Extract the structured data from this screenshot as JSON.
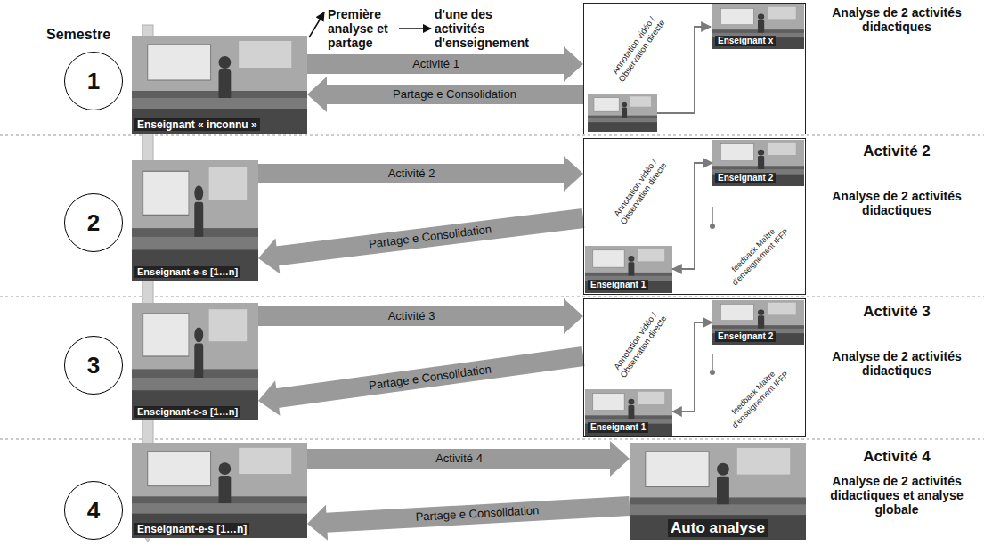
{
  "diagram": {
    "nodes": [
      {
        "text": [
          "1"
        ]
      },
      {
        "text": [
          "Enseignant « inconnu »"
        ]
      },
      {
        "text": [
          "Annotation vidéo / Observation directe"
        ]
      },
      {
        "text": [
          "Enseignant x"
        ],
        "in": 2
      },
      {
        "text": [
          "2"
        ]
      },
      {
        "text": [
          "Enseignant-e-s [1…n]"
        ]
      },
      {
        "text": [
          "Annotation vidéo / Observation directe",
          "feedback Maître d'enseignement IFFP"
        ]
      },
      {
        "text": [
          "Enseignant 2"
        ],
        "in": 6
      },
      {
        "text": [
          "Enseignant 1"
        ],
        "in": 6
      },
      {
        "text": [
          "3"
        ]
      },
      {
        "text": [
          "Enseignant-e-s [1…n]"
        ]
      },
      {
        "text": [
          "Annotation vidéo / Observation directe",
          "feedback Maître d'enseignement IFFP"
        ]
      },
      {
        "text": [
          "Enseignant 2"
        ],
        "in": 11
      },
      {
        "text": [
          "Enseignant 1"
        ],
        "in": 11
      },
      {
        "text": [
          "4"
        ]
      },
      {
        "text": [
          "Enseignant-e-s [1…n]"
        ]
      },
      {
        "text": [
          "Auto analyse"
        ]
      }
    ],
    "edges": [
      {
        "from": 1,
        "to": 2,
        "label": "Activité 1",
        "arrow": "to"
      },
      {
        "from": 2,
        "to": 1,
        "label": "Partage e Consolidation",
        "arrow": "to"
      },
      {
        "from": 5,
        "to": 6,
        "label": "Activité 2",
        "arrow": "to"
      },
      {
        "from": 6,
        "to": 5,
        "label": "Partage e Consolidation",
        "arrow": "to"
      },
      {
        "from": 8,
        "to": 7,
        "arrow": "both"
      },
      {
        "from": 10,
        "to": 11,
        "label": "Activité 3",
        "arrow": "to"
      },
      {
        "from": 11,
        "to": 10,
        "label": "Partage e Consolidation",
        "arrow": "to"
      },
      {
        "from": 13,
        "to": 12,
        "arrow": "both"
      },
      {
        "from": 15,
        "to": 16,
        "label": "Activité 4",
        "arrow": "to"
      },
      {
        "from": 16,
        "to": 15,
        "label": "Partage e Consolidation",
        "arrow": "to"
      }
    ],
    "labels": [
      "Semestre",
      "Première analyse et partage",
      "d'une des activités d'enseignement",
      "Analyse de 2 activités didactiques",
      "Activité 2",
      "Analyse de 2 activités didactiques",
      "Activité 3",
      "Analyse de 2 activités didactiques",
      "Activité 4",
      "Analyse de 2 activités didactiques et analyse globale"
    ]
  }
}
